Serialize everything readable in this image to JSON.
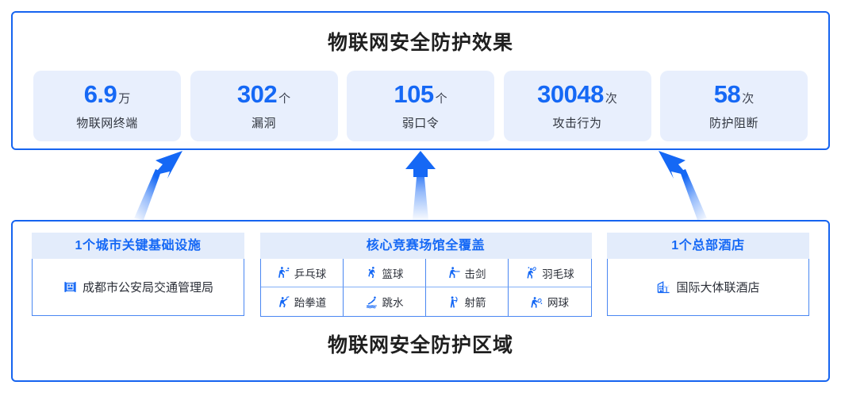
{
  "colors": {
    "accent_blue": "#1568f5",
    "border_blue": "#1664f0",
    "card_bg": "#e8effd",
    "header_bg": "#e3ecfb",
    "text_dark": "#1f1f1f"
  },
  "top": {
    "title": "物联网安全防护效果",
    "stats": [
      {
        "number": "6.9",
        "unit": "万",
        "label": "物联网终端"
      },
      {
        "number": "302",
        "unit": "个",
        "label": "漏洞"
      },
      {
        "number": "105",
        "unit": "个",
        "label": "弱口令"
      },
      {
        "number": "30048",
        "unit": "次",
        "label": "攻击行为"
      },
      {
        "number": "58",
        "unit": "次",
        "label": "防护阻断"
      }
    ]
  },
  "arrows": [
    {
      "name": "arrow-up-right",
      "direction": "up-right"
    },
    {
      "name": "arrow-up",
      "direction": "up"
    },
    {
      "name": "arrow-up-left",
      "direction": "up-left"
    }
  ],
  "bottom": {
    "title": "物联网安全防护区域",
    "zones": [
      {
        "header": "1个城市关键基础设施",
        "items": [
          {
            "icon": "government-building-icon",
            "label": "成都市公安局交通管理局"
          }
        ]
      },
      {
        "header": "核心竞赛场馆全覆盖",
        "items": [
          {
            "icon": "table-tennis-icon",
            "label": "乒乓球"
          },
          {
            "icon": "basketball-icon",
            "label": "篮球"
          },
          {
            "icon": "fencing-icon",
            "label": "击剑"
          },
          {
            "icon": "badminton-icon",
            "label": "羽毛球"
          },
          {
            "icon": "taekwondo-icon",
            "label": "跆拳道"
          },
          {
            "icon": "diving-icon",
            "label": "跳水"
          },
          {
            "icon": "archery-icon",
            "label": "射箭"
          },
          {
            "icon": "tennis-icon",
            "label": "网球"
          }
        ]
      },
      {
        "header": "1个总部酒店",
        "items": [
          {
            "icon": "hotel-building-icon",
            "label": "国际大体联酒店"
          }
        ]
      }
    ]
  }
}
